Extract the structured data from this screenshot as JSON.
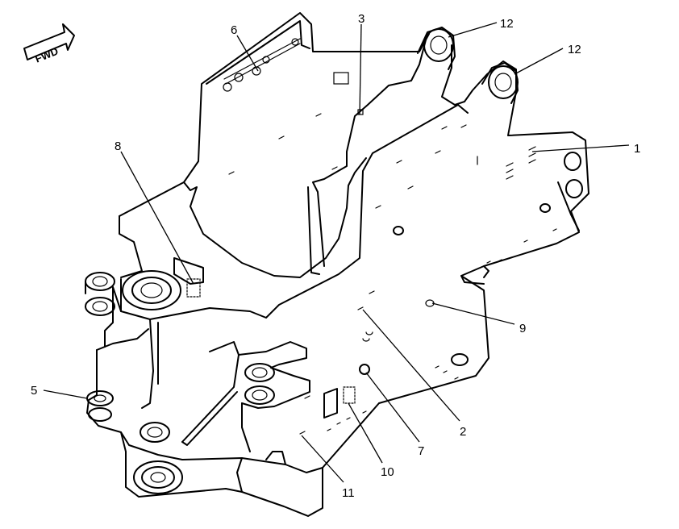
{
  "diagram": {
    "direction_label": "FWD",
    "callouts": [
      {
        "id": "c1",
        "label": "1"
      },
      {
        "id": "c2",
        "label": "2"
      },
      {
        "id": "c3",
        "label": "3"
      },
      {
        "id": "c5",
        "label": "5"
      },
      {
        "id": "c6",
        "label": "6"
      },
      {
        "id": "c7",
        "label": "7"
      },
      {
        "id": "c8",
        "label": "8"
      },
      {
        "id": "c9",
        "label": "9"
      },
      {
        "id": "c10",
        "label": "10"
      },
      {
        "id": "c11",
        "label": "11"
      },
      {
        "id": "c12a",
        "label": "12"
      },
      {
        "id": "c12b",
        "label": "12"
      }
    ]
  }
}
